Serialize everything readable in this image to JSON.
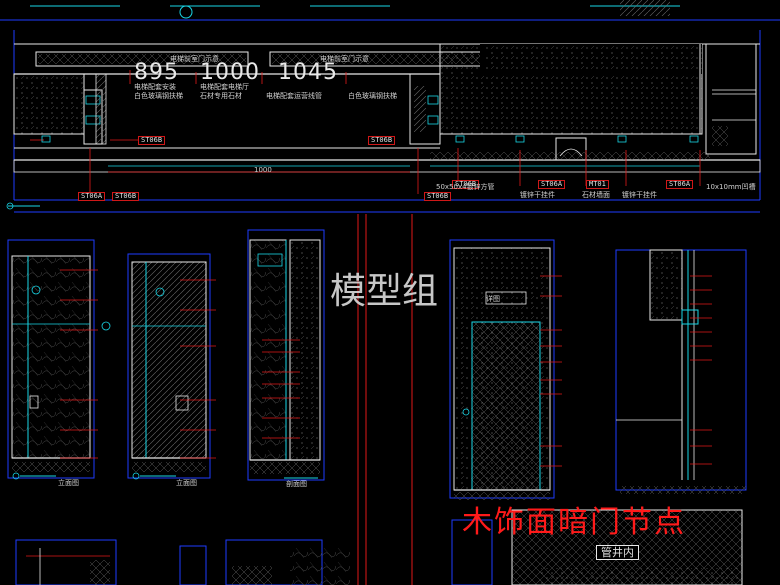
{
  "watermark": "模型组",
  "title_red": "木饰面暗门节点",
  "bottom_banner": "管井内",
  "dimensions": [
    "895",
    "1000",
    "1045"
  ],
  "top_notes": [
    "电梯前室门示意",
    "电梯前室门示意"
  ],
  "elevation_labels": [
    "电梯配套安装",
    "白色玻璃钢扶梯",
    "电梯配套电梯厅",
    "石材专用石材",
    "电梯配套运营线管",
    "白色玻璃钢扶梯"
  ],
  "material_tags": [
    "ST06B",
    "ST06B",
    "ST06A",
    "ST06B",
    "ST06B",
    "ST06B",
    "ST06A",
    "MT01",
    "ST06A"
  ],
  "plan_notes": [
    "50x50x4镀锌方管",
    "镀锌干挂件",
    "石材墙面",
    "镀锌干挂件",
    "10x10mm凹槽"
  ],
  "plan_dim": "1000",
  "section_titles": [
    "立面图",
    "立面图",
    "剖面图",
    "详图"
  ],
  "colors": {
    "background": "#000000",
    "line_cyan": "#19d6e6",
    "line_red": "#e01818",
    "line_white": "#e8e8e8",
    "line_blue": "#1e3cff",
    "title_red": "#ff1a1a"
  }
}
